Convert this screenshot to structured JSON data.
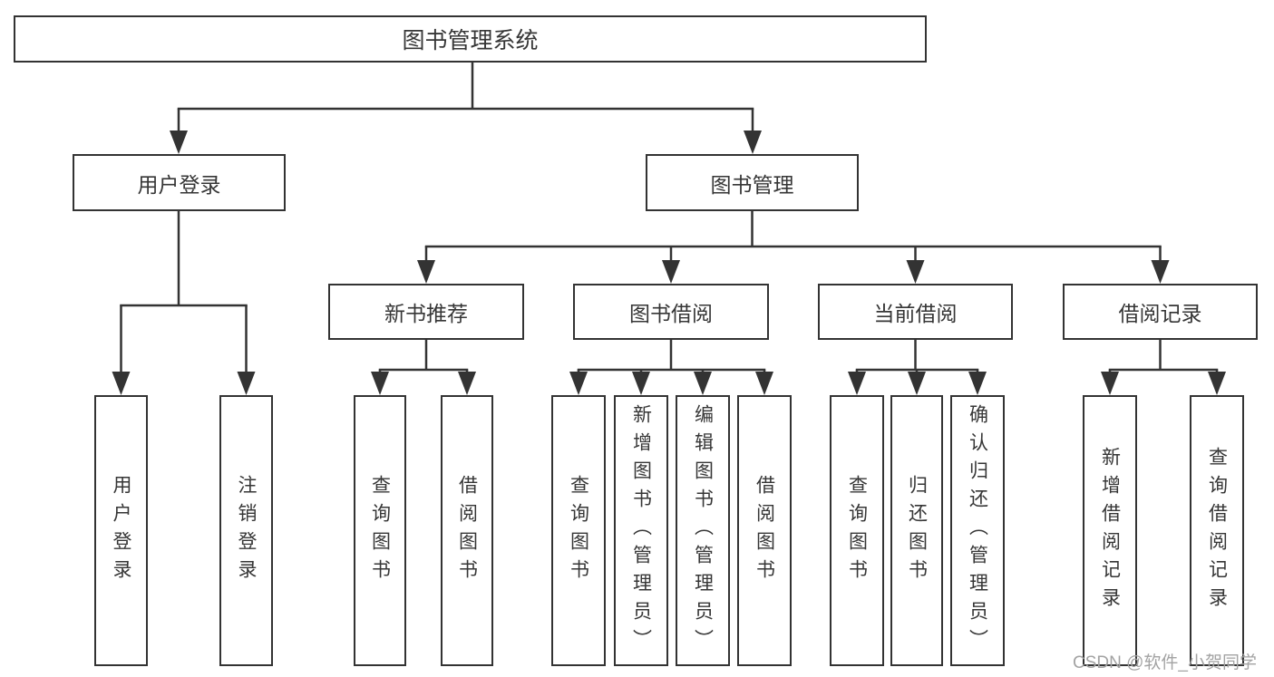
{
  "title": "图书管理系统",
  "level2": {
    "login": "用户登录",
    "management": "图书管理"
  },
  "level3": {
    "recommend": "新书推荐",
    "borrow": "图书借阅",
    "current": "当前借阅",
    "records": "借阅记录"
  },
  "leaves": {
    "login": [
      "用户登录",
      "注销登录"
    ],
    "recommend": [
      "查询图书",
      "借阅图书"
    ],
    "borrow": [
      "查询图书",
      "新增图书（管理员）",
      "编辑图书（管理员）",
      "借阅图书"
    ],
    "current": [
      "查询图书",
      "归还图书",
      "确认归还（管理员）"
    ],
    "records": [
      "新增借阅记录",
      "查询借阅记录"
    ]
  },
  "watermark": "CSDN @软件_小贺同学",
  "colors": {
    "line": "#333333",
    "text": "#363636",
    "watermark": "#a3a3a3",
    "background": "#ffffff"
  }
}
